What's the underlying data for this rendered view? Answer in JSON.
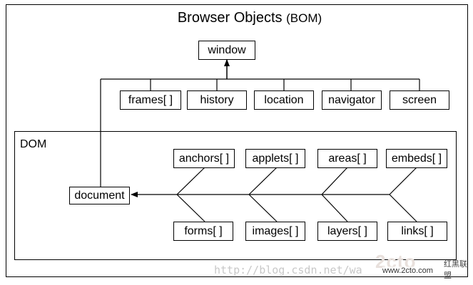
{
  "title": {
    "main": "Browser Objects",
    "sub": "(BOM)"
  },
  "root": {
    "label": "window"
  },
  "bom_children": [
    {
      "key": "frames",
      "label": "frames[ ]"
    },
    {
      "key": "history",
      "label": "history"
    },
    {
      "key": "location",
      "label": "location"
    },
    {
      "key": "navigator",
      "label": "navigator"
    },
    {
      "key": "screen",
      "label": "screen"
    }
  ],
  "dom": {
    "label": "DOM",
    "document": "document",
    "top_items": [
      {
        "key": "anchors",
        "label": "anchors[ ]"
      },
      {
        "key": "applets",
        "label": "applets[ ]"
      },
      {
        "key": "areas",
        "label": "areas[ ]"
      },
      {
        "key": "embeds",
        "label": "embeds[ ]"
      }
    ],
    "bottom_items": [
      {
        "key": "forms",
        "label": "forms[ ]"
      },
      {
        "key": "images",
        "label": "images[ ]"
      },
      {
        "key": "layers",
        "label": "layers[ ]"
      },
      {
        "key": "links",
        "label": "links[ ]"
      }
    ]
  },
  "watermark": {
    "text": "http://blog.csdn.net/wa",
    "logo": "2cto",
    "logo_url": "www.2cto.com",
    "logo_cn": "红黑联盟"
  },
  "colors": {
    "line": "#000000",
    "background": "#ffffff"
  }
}
